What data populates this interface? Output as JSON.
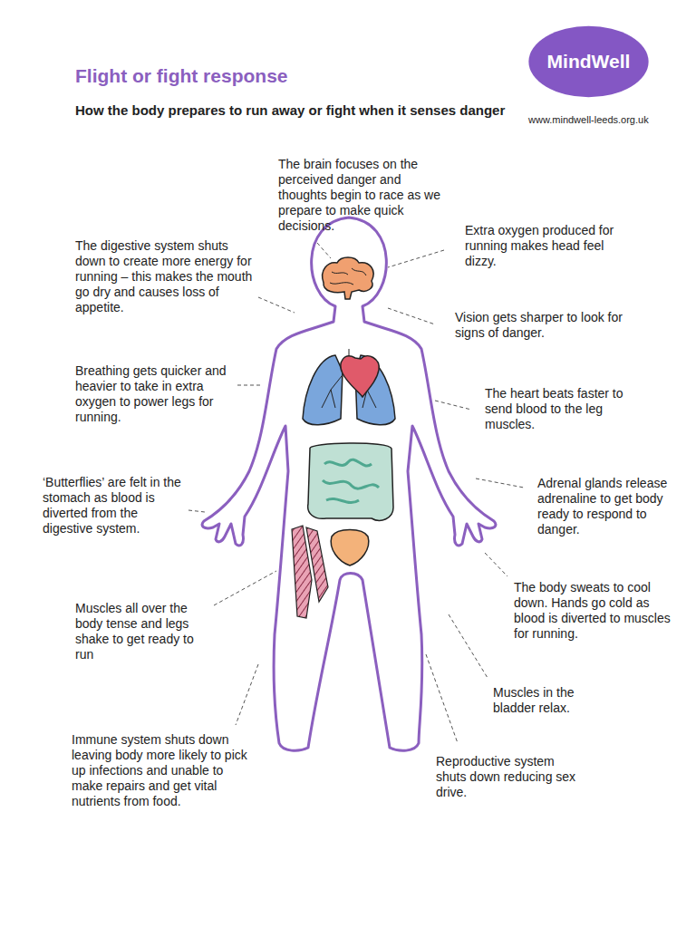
{
  "diagram": {
    "title": "Flight or fight response",
    "nodes": [
      {
        "text": [
          "MindWell"
        ]
      }
    ],
    "edges": [],
    "labels": [
      "How the body prepares to run away or fight when it senses danger",
      "www.mindwell-leeds.org.uk",
      "The brain focuses on the perceived danger and thoughts begin to race as we prepare to make quick decisions.",
      "Extra oxygen produced for running makes head feel dizzy.",
      "The digestive system shuts down to create more energy for running – this makes the mouth go dry and causes loss of appetite.",
      "Vision gets sharper to look for signs of danger.",
      "Breathing gets quicker and heavier to take in extra oxygen to power legs for running.",
      "The heart beats faster to send blood to the leg muscles.",
      "‘Butterflies’ are felt in the stomach as blood is diverted from the digestive system.",
      "Adrenal glands release adrenaline to get body ready to respond to danger.",
      "Muscles all over the body tense and legs shake to get ready to run",
      "The body sweats to cool down. Hands go cold as blood is diverted to muscles for running.",
      "Muscles in the bladder relax.",
      "Immune system shuts down leaving body more likely to pick up infections and unable to make repairs and get vital nutrients from food.",
      "Reproductive system shuts down reducing sex drive."
    ]
  }
}
